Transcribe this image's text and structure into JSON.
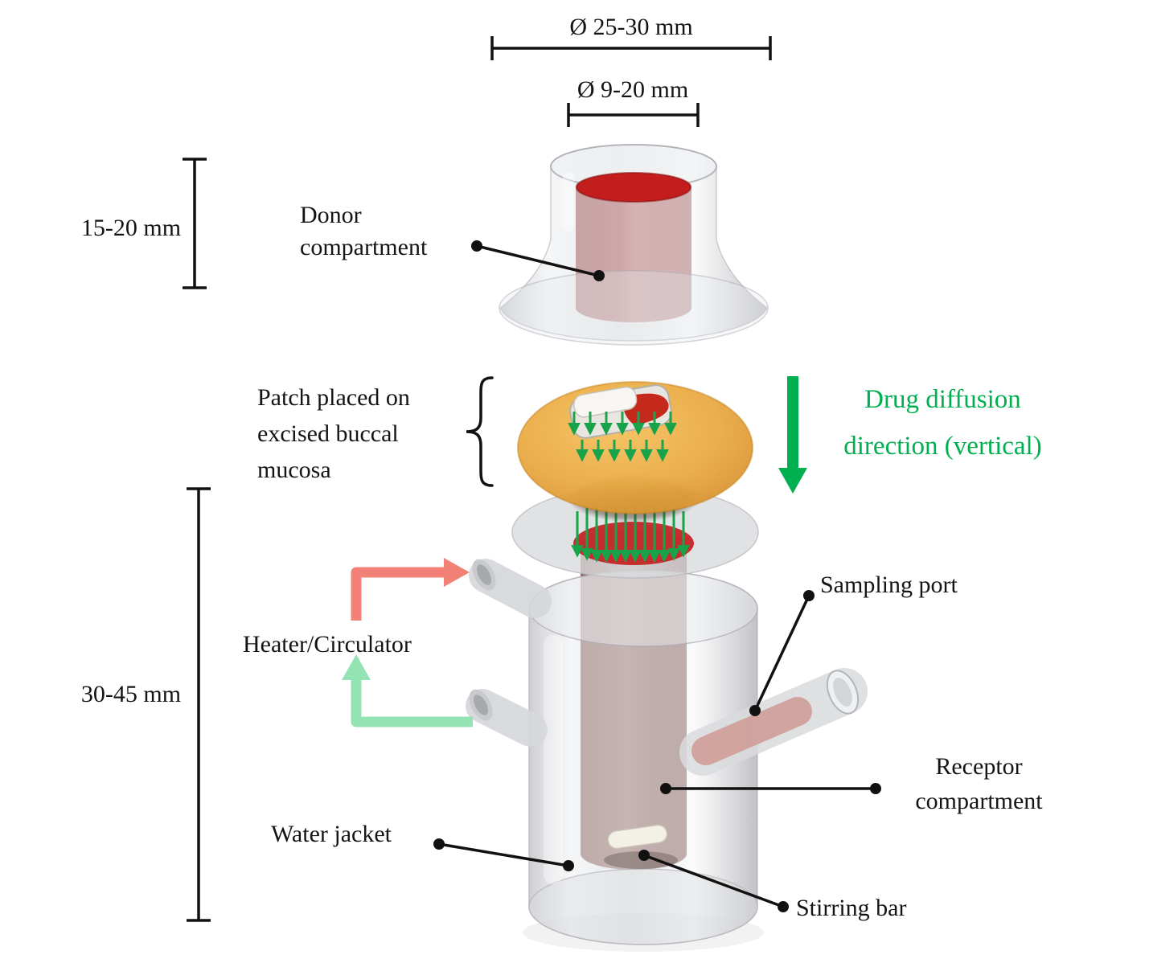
{
  "dimensions": {
    "outer_diameter": "Ø 25-30 mm",
    "orifice_diameter": "Ø 9-20 mm",
    "donor_height": "15-20 mm",
    "receptor_height": "30-45 mm"
  },
  "labels": {
    "donor": {
      "line1": "Donor",
      "line2": "compartment"
    },
    "patch": {
      "line1": "Patch placed on",
      "line2": "excised buccal",
      "line3": "mucosa"
    },
    "diffusion": {
      "line1": "Drug diffusion",
      "line2": "direction (vertical)"
    },
    "heater": "Heater/Circulator",
    "sampling_port": "Sampling port",
    "receptor": {
      "line1": "Receptor",
      "line2": "compartment"
    },
    "water_jacket": "Water jacket",
    "stirring_bar": "Stirring bar"
  },
  "colors": {
    "diffusion_text_green": "#00b050",
    "diffusion_arrow_green": "#00b050",
    "patch_arrow_green": "#1aa34c",
    "heater_out_salmon": "#f28177",
    "heater_return_green": "#94e3b2",
    "mucosa_orange": "#e9a83f",
    "donor_liquid_red": "#c31d1d",
    "membrane_red": "#c32020",
    "annotation_ink": "#111111"
  }
}
